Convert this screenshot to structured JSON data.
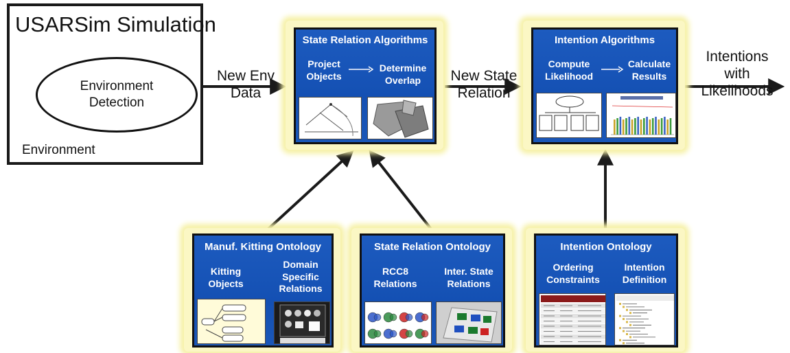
{
  "simulation": {
    "title": "USARSim Simulation",
    "detection_line1": "Environment",
    "detection_line2": "Detection",
    "environment_label": "Environment"
  },
  "flow_labels": {
    "new_env_line1": "New Env",
    "new_env_line2": "Data",
    "new_state_line1": "New State",
    "new_state_line2": "Relation",
    "intentions_line1": "Intentions",
    "intentions_line2": "with",
    "intentions_line3": "Likelihoods"
  },
  "state_relation_algorithms": {
    "title": "State Relation Algorithms",
    "step1_line1": "Project",
    "step1_line2": "Objects",
    "step2_line1": "Determine",
    "step2_line2": "Overlap"
  },
  "intention_algorithms": {
    "title": "Intention Algorithms",
    "step1_line1": "Compute",
    "step1_line2": "Likelihood",
    "step2_line1": "Calculate",
    "step2_line2": "Results"
  },
  "kitting_ontology": {
    "title": "Manuf. Kitting Ontology",
    "left_line1": "Kitting",
    "left_line2": "Objects",
    "right_line1": "Domain",
    "right_line2": "Specific",
    "right_line3": "Relations"
  },
  "state_relation_ontology": {
    "title": "State Relation Ontology",
    "left_line1": "RCC8",
    "left_line2": "Relations",
    "right_line1": "Inter. State",
    "right_line2": "Relations"
  },
  "intention_ontology": {
    "title": "Intention Ontology",
    "left_line1": "Ordering",
    "left_line2": "Constraints",
    "right_line1": "Intention",
    "right_line2": "Definition"
  },
  "colors": {
    "box_blue": "#1a55b7",
    "glow": "#f6f1a6",
    "arrow": "#1a1a1a"
  }
}
